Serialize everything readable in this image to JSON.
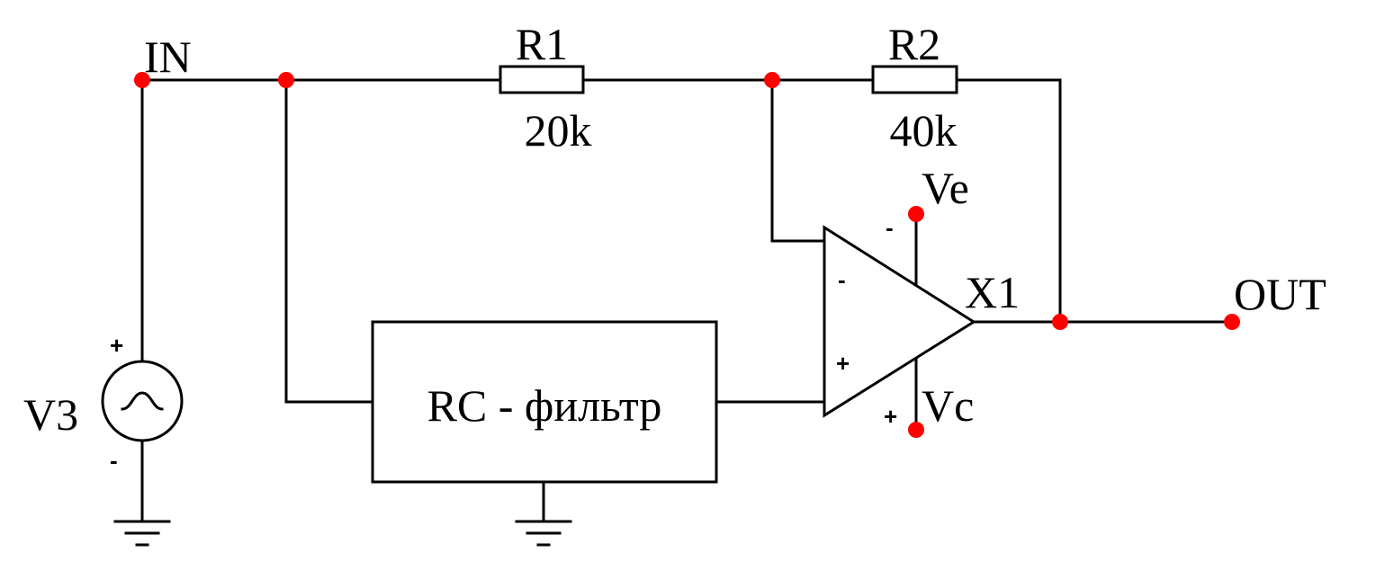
{
  "colors": {
    "wire": "#000000",
    "node": "#ff0000",
    "background": "#ffffff"
  },
  "labels": {
    "in": "IN",
    "out": "OUT",
    "r1_name": "R1",
    "r1_value": "20k",
    "r2_name": "R2",
    "r2_value": "40k",
    "opamp_name": "X1",
    "ve": "Ve",
    "vc": "Vc",
    "source_name": "V3",
    "filter_block": "RC - фильтр"
  },
  "pin_marks": {
    "source_plus": "+",
    "source_minus": "-",
    "opamp_inverting": "-",
    "opamp_noninverting": "+",
    "ve_pin": "-",
    "vc_pin": "+"
  },
  "icons": {
    "source": "ac-voltage-source-icon",
    "ground": "ground-icon"
  }
}
